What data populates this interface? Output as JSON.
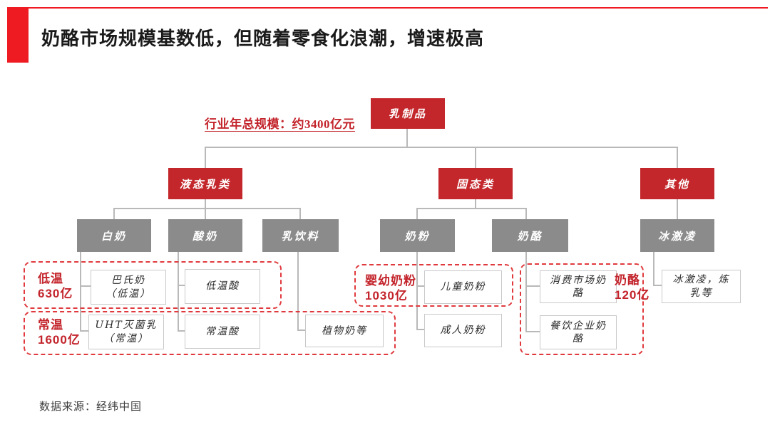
{
  "header": {
    "title": "奶酪市场规模基数低，但随着零食化浪潮，增速极高"
  },
  "diagram": {
    "annotation": "行业年总规模：约3400亿元",
    "nodes": {
      "root": "乳制品",
      "liquid": "液态乳类",
      "solid": "固态类",
      "other": "其他",
      "white_milk": "白奶",
      "yogurt": "酸奶",
      "milk_drink": "乳饮料",
      "milk_powder": "奶粉",
      "cheese": "奶酪",
      "ice_cream": "冰激凌",
      "pasteurized_milk": "巴氏奶\n（低温）",
      "low_temp_yogurt": "低温酸",
      "uht_milk": "UHT灭菌乳\n（常温）",
      "ambient_yogurt": "常温酸",
      "plant_milk": "植物奶等",
      "children_powder": "儿童奶粉",
      "adult_powder": "成人奶粉",
      "consumer_cheese": "消费市场奶\n酪",
      "catering_cheese": "餐饮企业奶\n酪",
      "ice_cream_condensed": "冰激凌，炼\n乳等"
    },
    "groups": {
      "low_temp": "低温\n630亿",
      "ambient": "常温\n1600亿",
      "infant_powder": "婴幼奶粉\n1030亿",
      "cheese_total": "奶酪\n120亿"
    }
  },
  "footer": {
    "source": "数据来源：经纬中国"
  },
  "colors": {
    "bright_red": "#ee1b23",
    "box_red": "#c3272b",
    "box_gray": "#8b8b8b",
    "line_gray": "#b9b9b9",
    "dashed_red": "#e03a3e",
    "label_red": "#c3242b",
    "leaf_border": "#c9c9c9",
    "leaf_text": "#2b2b2b",
    "title_color": "#1a1a1a",
    "source_color": "#3d3d3d"
  }
}
